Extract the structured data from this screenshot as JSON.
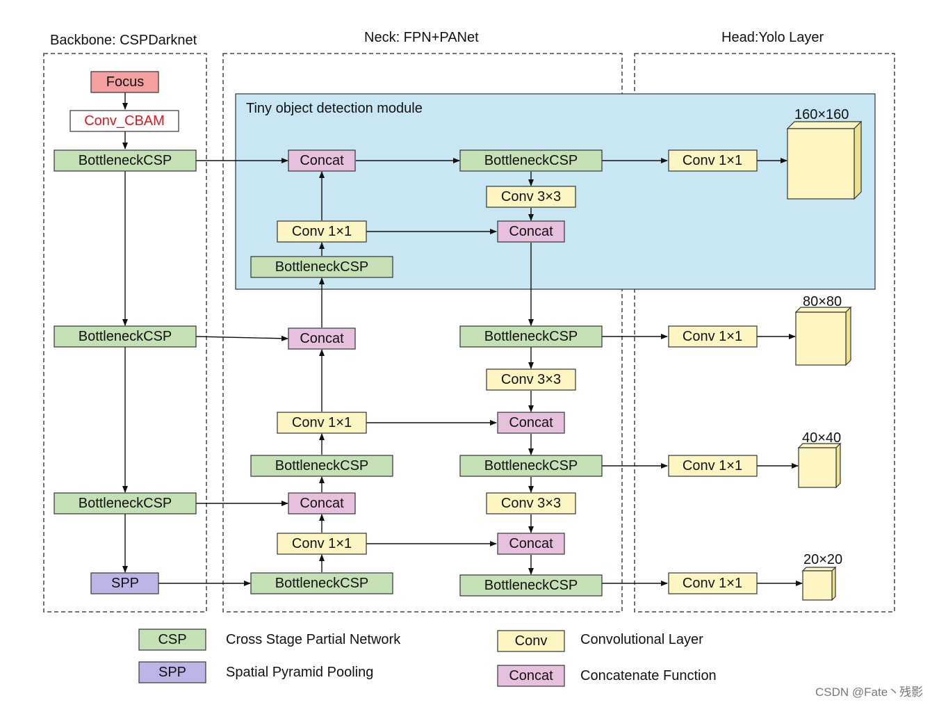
{
  "sections": {
    "backbone": "Backbone: CSPDarknet",
    "neck": "Neck: FPN+PANet",
    "head": "Head:Yolo Layer"
  },
  "tiny_module": "Tiny object detection module",
  "colors": {
    "csp": "#c5e0b4",
    "spp": "#bcb6e6",
    "conv": "#fdf6c3",
    "concat": "#e7c0de",
    "focus": "#f4a0a0",
    "module_bg": "#c8e7f2",
    "cbam_text": "#e8141b"
  },
  "nodes": {
    "focus": "Focus",
    "conv_cbam": "Conv_CBAM",
    "b_csp1": "BottleneckCSP",
    "b_csp2": "BottleneckCSP",
    "b_csp3": "BottleneckCSP",
    "b_spp": "SPP",
    "n_concat1": "Concat",
    "n_conv1x1_1": "Conv 1×1",
    "n_csp1": "BottleneckCSP",
    "n_concat2": "Concat",
    "n_conv1x1_2": "Conv 1×1",
    "n_csp2": "BottleneckCSP",
    "n_concat3": "Concat",
    "n_conv1x1_3": "Conv 1×1",
    "n_csp3": "BottleneckCSP",
    "p_csp1": "BottleneckCSP",
    "p_conv3_1": "Conv 3×3",
    "p_concat1": "Concat",
    "p_csp2": "BottleneckCSP",
    "p_conv3_2": "Conv 3×3",
    "p_concat2": "Concat",
    "p_csp3": "BottleneckCSP",
    "p_conv3_3": "Conv 3×3",
    "p_concat3": "Concat",
    "p_csp4": "BottleneckCSP",
    "h_conv1": "Conv 1×1",
    "h_conv2": "Conv 1×1",
    "h_conv3": "Conv 1×1",
    "h_conv4": "Conv 1×1"
  },
  "outputs": {
    "out1": "160×160",
    "out2": "80×80",
    "out3": "40×40",
    "out4": "20×20"
  },
  "legend": {
    "csp_key": "CSP",
    "csp_desc": "Cross Stage Partial Network",
    "spp_key": "SPP",
    "spp_desc": "Spatial Pyramid Pooling",
    "conv_key": "Conv",
    "conv_desc": "Convolutional Layer",
    "concat_key": "Concat",
    "concat_desc": "Concatenate Function"
  },
  "watermark": "CSDN @Fate丶残影"
}
